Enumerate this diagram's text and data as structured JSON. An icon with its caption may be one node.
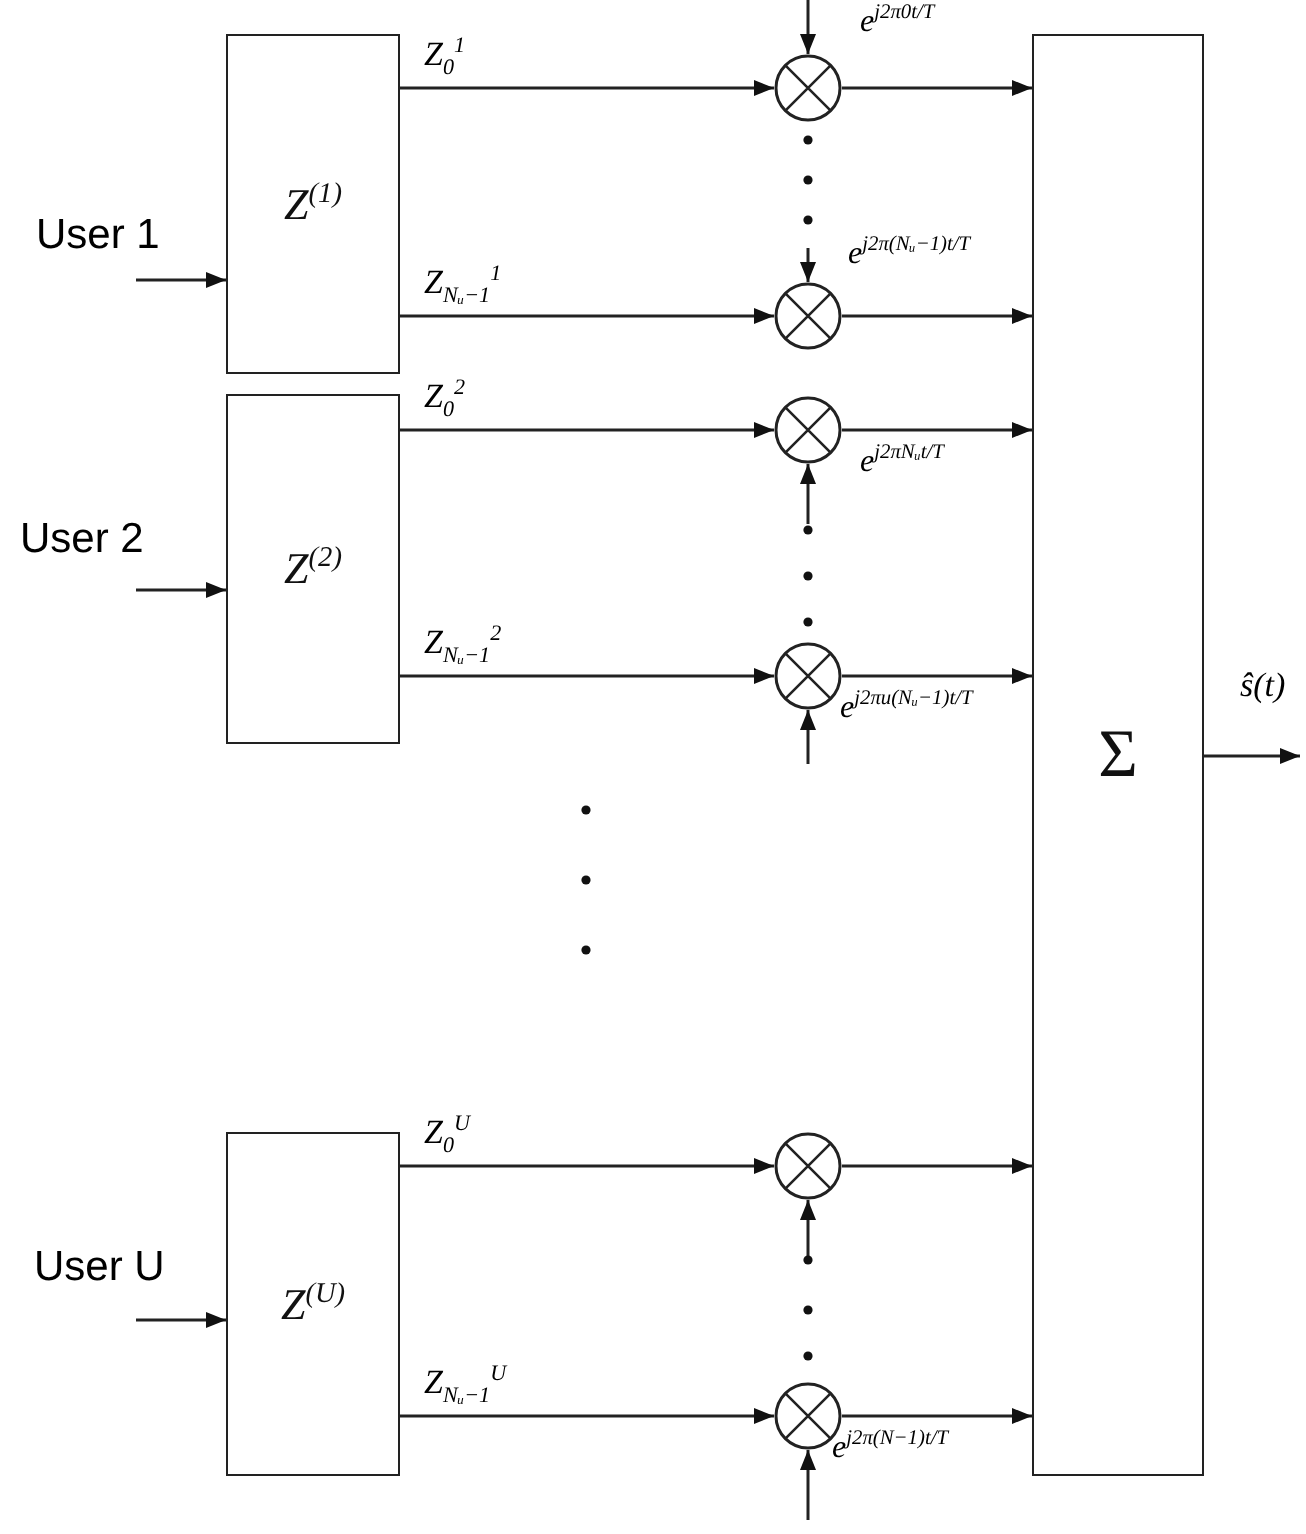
{
  "diagram": {
    "nodes": [
      {
        "text": [
          "Z$^{(1)}$"
        ]
      },
      {
        "text": [
          "Z$^{(2)}$"
        ]
      },
      {
        "text": [
          "Z$^{(U)}$"
        ]
      },
      {
        "text": [
          "Σ"
        ]
      },
      {
        "text": [],
        "shape": "circle",
        "beside": [
          "e$^{j2π0t/T}$"
        ]
      },
      {
        "text": [],
        "shape": "circle",
        "beside": [
          "e$^{j2π(Nᵤ−1)t/T}$"
        ]
      },
      {
        "text": [],
        "shape": "circle",
        "beside": [
          "e$^{j2πNᵤt/T}$"
        ]
      },
      {
        "text": [],
        "shape": "circle",
        "beside": [
          "e$^{j2πu(Nᵤ−1)t/T}$"
        ]
      },
      {
        "text": [],
        "shape": "circle"
      },
      {
        "text": [],
        "shape": "circle",
        "beside": [
          "e$^{j2π(N−1)t/T}$"
        ]
      }
    ],
    "edges": [
      {
        "from": null,
        "to": 0,
        "arrow": "to"
      },
      {
        "from": null,
        "to": 1,
        "arrow": "to"
      },
      {
        "from": null,
        "to": 2,
        "arrow": "to"
      },
      {
        "from": 0,
        "to": 4,
        "arrow": "to",
        "label": "Z$_{0}$$^{1}$"
      },
      {
        "from": 0,
        "to": 5,
        "arrow": "to",
        "label": "Z$_{Nᵤ−1}$$^{1}$"
      },
      {
        "from": 1,
        "to": 6,
        "arrow": "to",
        "label": "Z$_{0}$$^{2}$"
      },
      {
        "from": 1,
        "to": 7,
        "arrow": "to",
        "label": "Z$_{Nᵤ−1}$$^{2}$"
      },
      {
        "from": 2,
        "to": 8,
        "arrow": "to",
        "label": "Z$_{0}$$^{U}$"
      },
      {
        "from": 2,
        "to": 9,
        "arrow": "to",
        "label": "Z$_{Nᵤ−1}$$^{U}$"
      },
      {
        "from": null,
        "to": 4,
        "arrow": "to"
      },
      {
        "from": null,
        "to": 5,
        "arrow": "to"
      },
      {
        "from": null,
        "to": 6,
        "arrow": "to"
      },
      {
        "from": null,
        "to": 7,
        "arrow": "to"
      },
      {
        "from": null,
        "to": 8,
        "arrow": "to"
      },
      {
        "from": null,
        "to": 9,
        "arrow": "to"
      },
      {
        "from": 4,
        "to": 3,
        "arrow": "to"
      },
      {
        "from": 5,
        "to": 3,
        "arrow": "to"
      },
      {
        "from": 6,
        "to": 3,
        "arrow": "to"
      },
      {
        "from": 7,
        "to": 3,
        "arrow": "to"
      },
      {
        "from": 8,
        "to": 3,
        "arrow": "to"
      },
      {
        "from": 9,
        "to": 3,
        "arrow": "to"
      },
      {
        "from": 3,
        "to": null,
        "arrow": "to",
        "label": "ŝ(t)"
      }
    ],
    "labels": [
      "User 1",
      "User 2",
      "User U"
    ]
  }
}
